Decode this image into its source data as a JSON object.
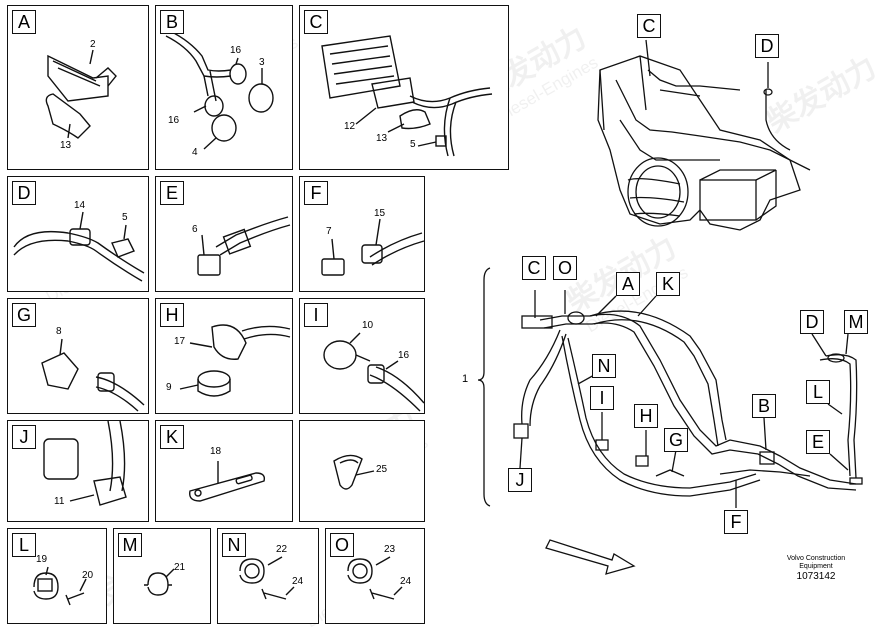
{
  "panels": [
    {
      "id": "A",
      "callouts": [
        "2",
        "13"
      ]
    },
    {
      "id": "B",
      "callouts": [
        "16",
        "3",
        "16",
        "4"
      ]
    },
    {
      "id": "C",
      "callouts": [
        "12",
        "13",
        "5"
      ]
    },
    {
      "id": "D",
      "callouts": [
        "14",
        "5"
      ]
    },
    {
      "id": "E",
      "callouts": [
        "6"
      ]
    },
    {
      "id": "F",
      "callouts": [
        "7",
        "15"
      ]
    },
    {
      "id": "G",
      "callouts": [
        "8"
      ]
    },
    {
      "id": "H",
      "callouts": [
        "17",
        "9"
      ]
    },
    {
      "id": "I",
      "callouts": [
        "10",
        "16"
      ]
    },
    {
      "id": "J",
      "callouts": [
        "11"
      ]
    },
    {
      "id": "K",
      "callouts": [
        "18"
      ]
    },
    {
      "id": "K2",
      "label": "",
      "callouts": [
        "25"
      ]
    },
    {
      "id": "L",
      "callouts": [
        "19",
        "20"
      ]
    },
    {
      "id": "M",
      "callouts": [
        "21"
      ]
    },
    {
      "id": "N",
      "callouts": [
        "22",
        "24"
      ]
    },
    {
      "id": "O",
      "callouts": [
        "23",
        "24"
      ]
    }
  ],
  "overview": {
    "tags": [
      "C",
      "D"
    ]
  },
  "harness": {
    "group_callout": "1",
    "tags": [
      "C",
      "O",
      "A",
      "K",
      "D",
      "M",
      "N",
      "I",
      "L",
      "B",
      "H",
      "G",
      "E",
      "J",
      "F"
    ]
  },
  "watermark": {
    "cn": "柴发动力",
    "en": "Diesel-Engines"
  },
  "credit_lines": [
    "Volvo Construction",
    "Equipment"
  ],
  "part_number": "1073142",
  "colors": {
    "line": "#111111",
    "watermark": "#e6e6e6"
  }
}
